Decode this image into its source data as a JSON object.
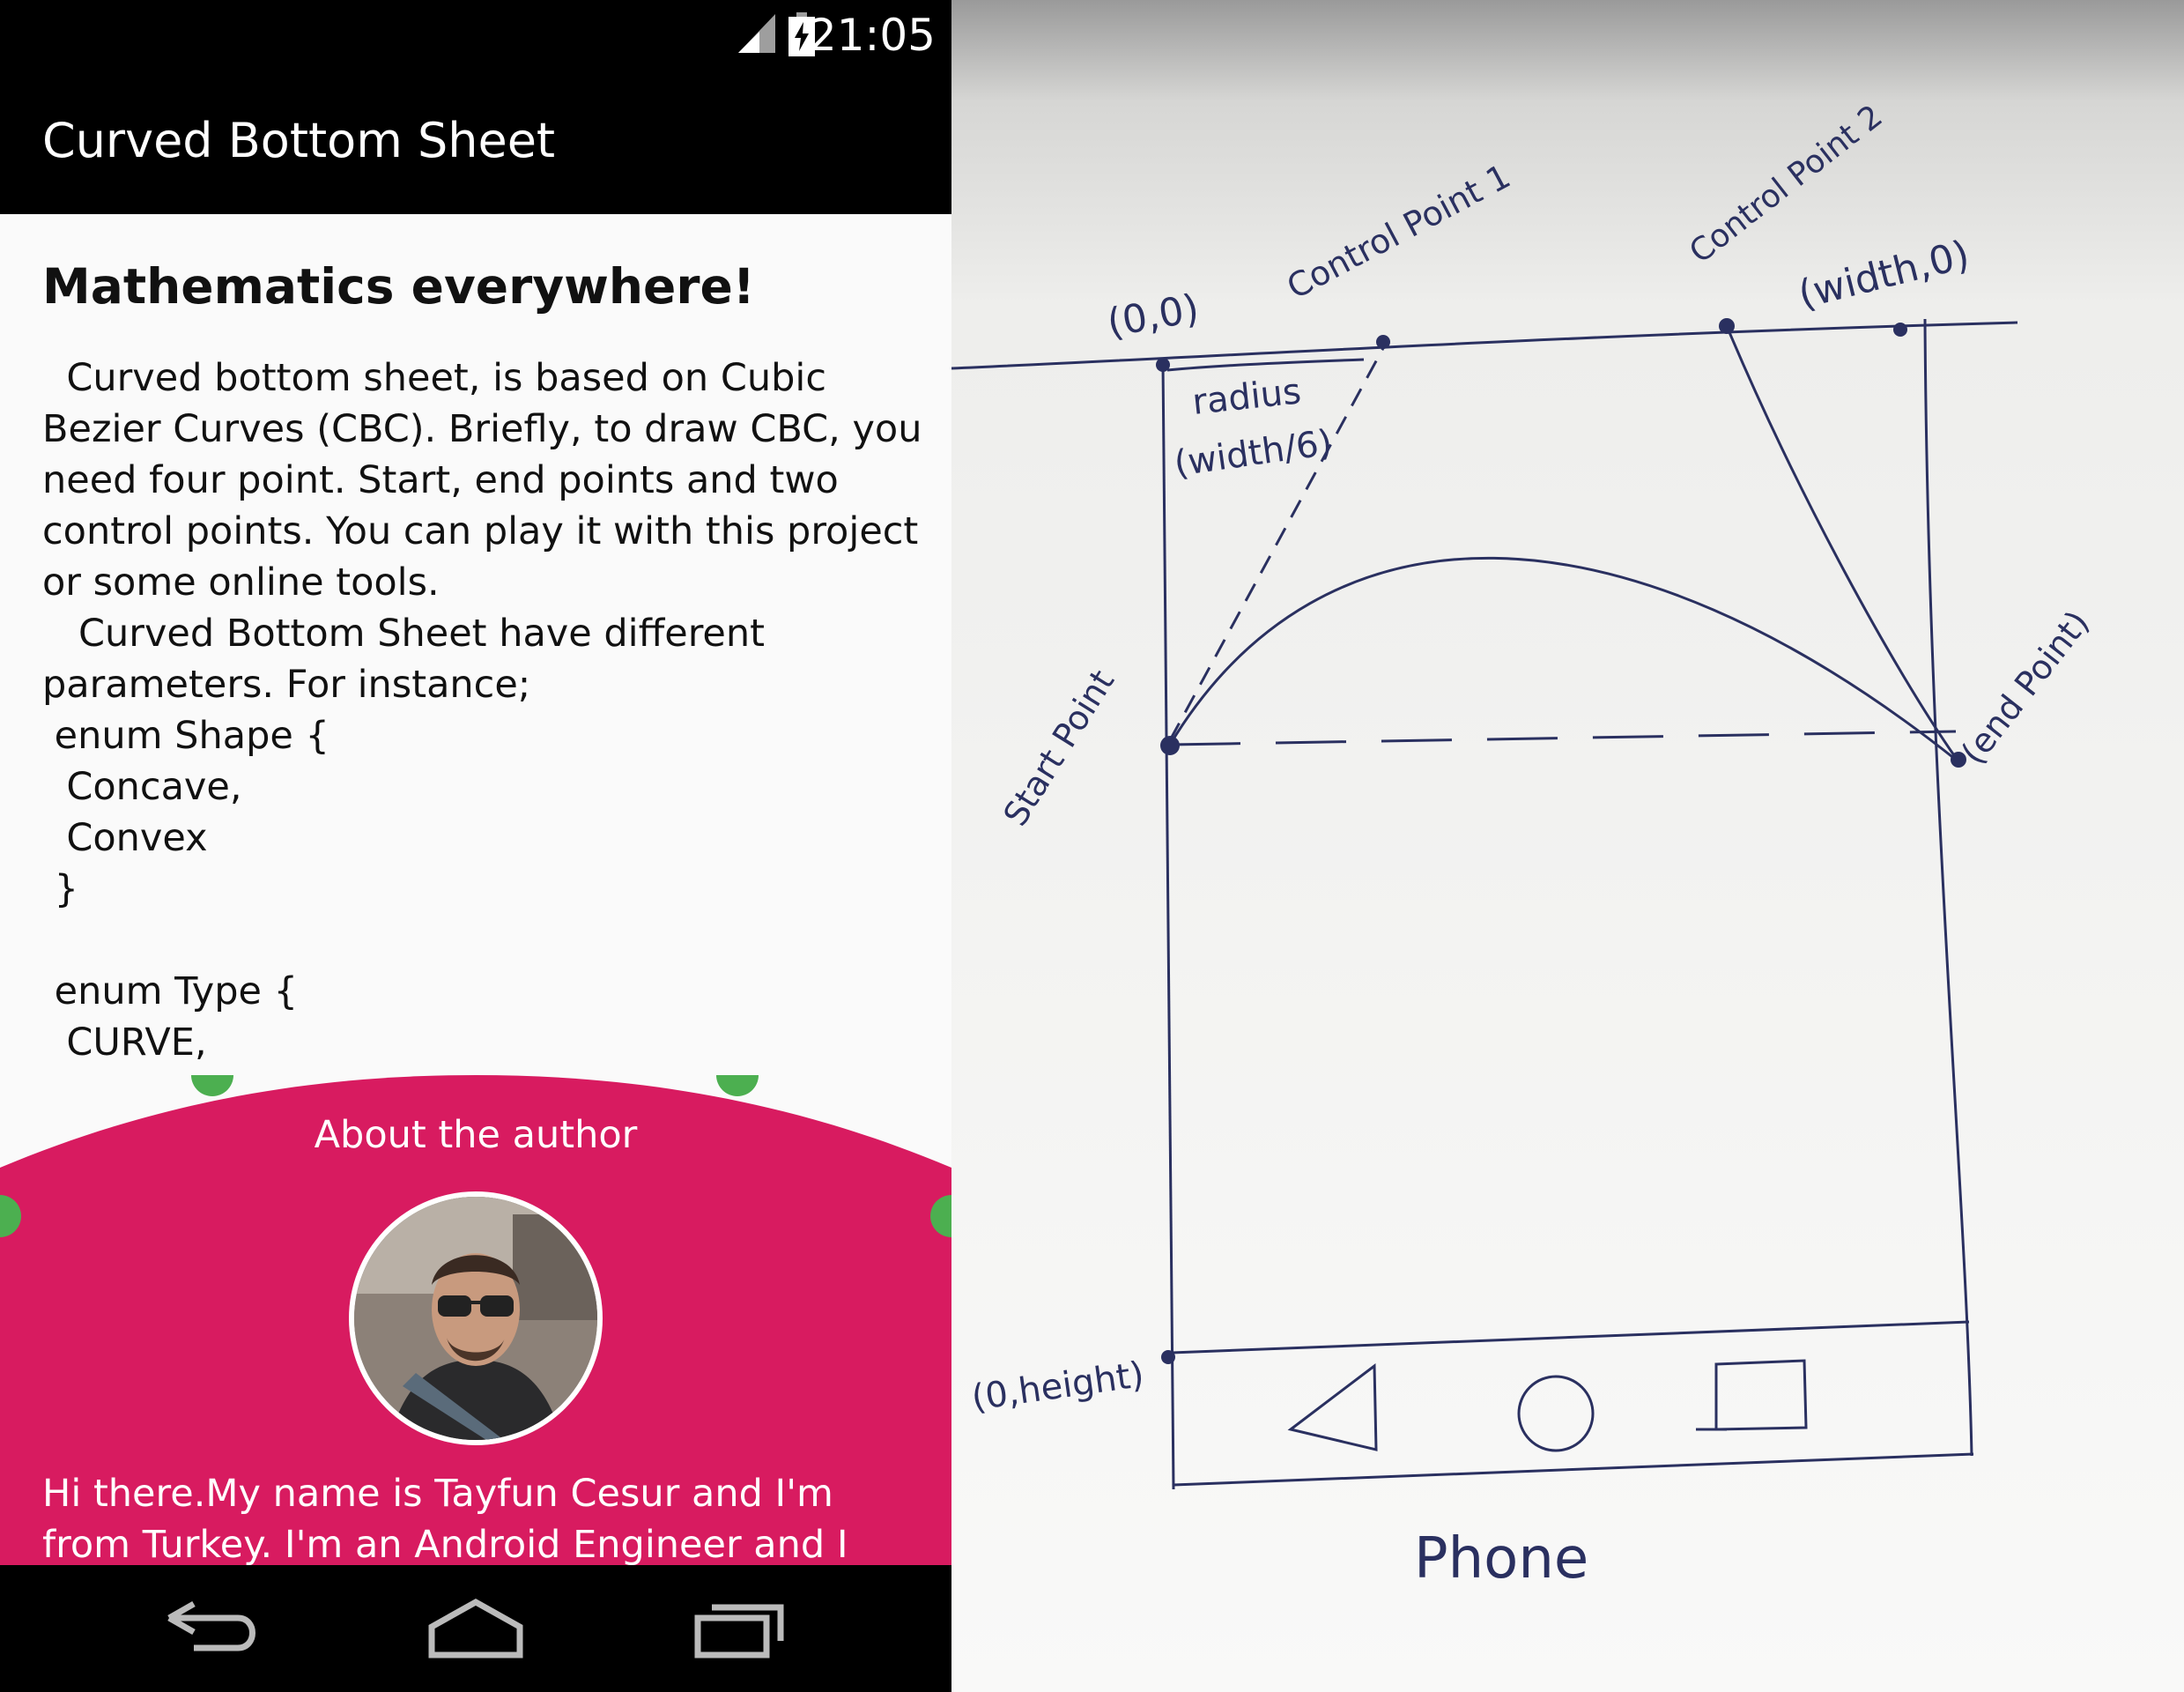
{
  "status_bar": {
    "time": "21:05"
  },
  "app_bar": {
    "title": "Curved Bottom Sheet"
  },
  "content": {
    "heading": "Mathematics everywhere!",
    "body": "  Curved bottom sheet, is based on Cubic\nBezier Curves (CBC). Briefly, to draw CBC, you\nneed four point. Start, end points and two\ncontrol points. You can play it with this project\nor some online tools.\n   Curved Bottom Sheet have different\nparameters. For instance;\n enum Shape {\n  Concave,\n  Convex\n }\n\n enum Type {\n  CURVE,"
  },
  "bottom_sheet": {
    "title": "About the author",
    "bio": "Hi there.My name is Tayfun Cesur and I'm from Turkey. I'm an Android Engineer and I really love",
    "color": "#D81B60",
    "marker_color": "#4CAF50"
  },
  "sketch": {
    "labels": {
      "origin": "(0,0)",
      "control1": "Control Point 1",
      "control2": "Control Point 2",
      "width_zero": "(width,0)",
      "radius": "radius",
      "radius_formula": "(width/6)",
      "start": "Start Point",
      "end": "(end Point)",
      "zero_height": "(0,height)",
      "phone": "Phone"
    }
  }
}
